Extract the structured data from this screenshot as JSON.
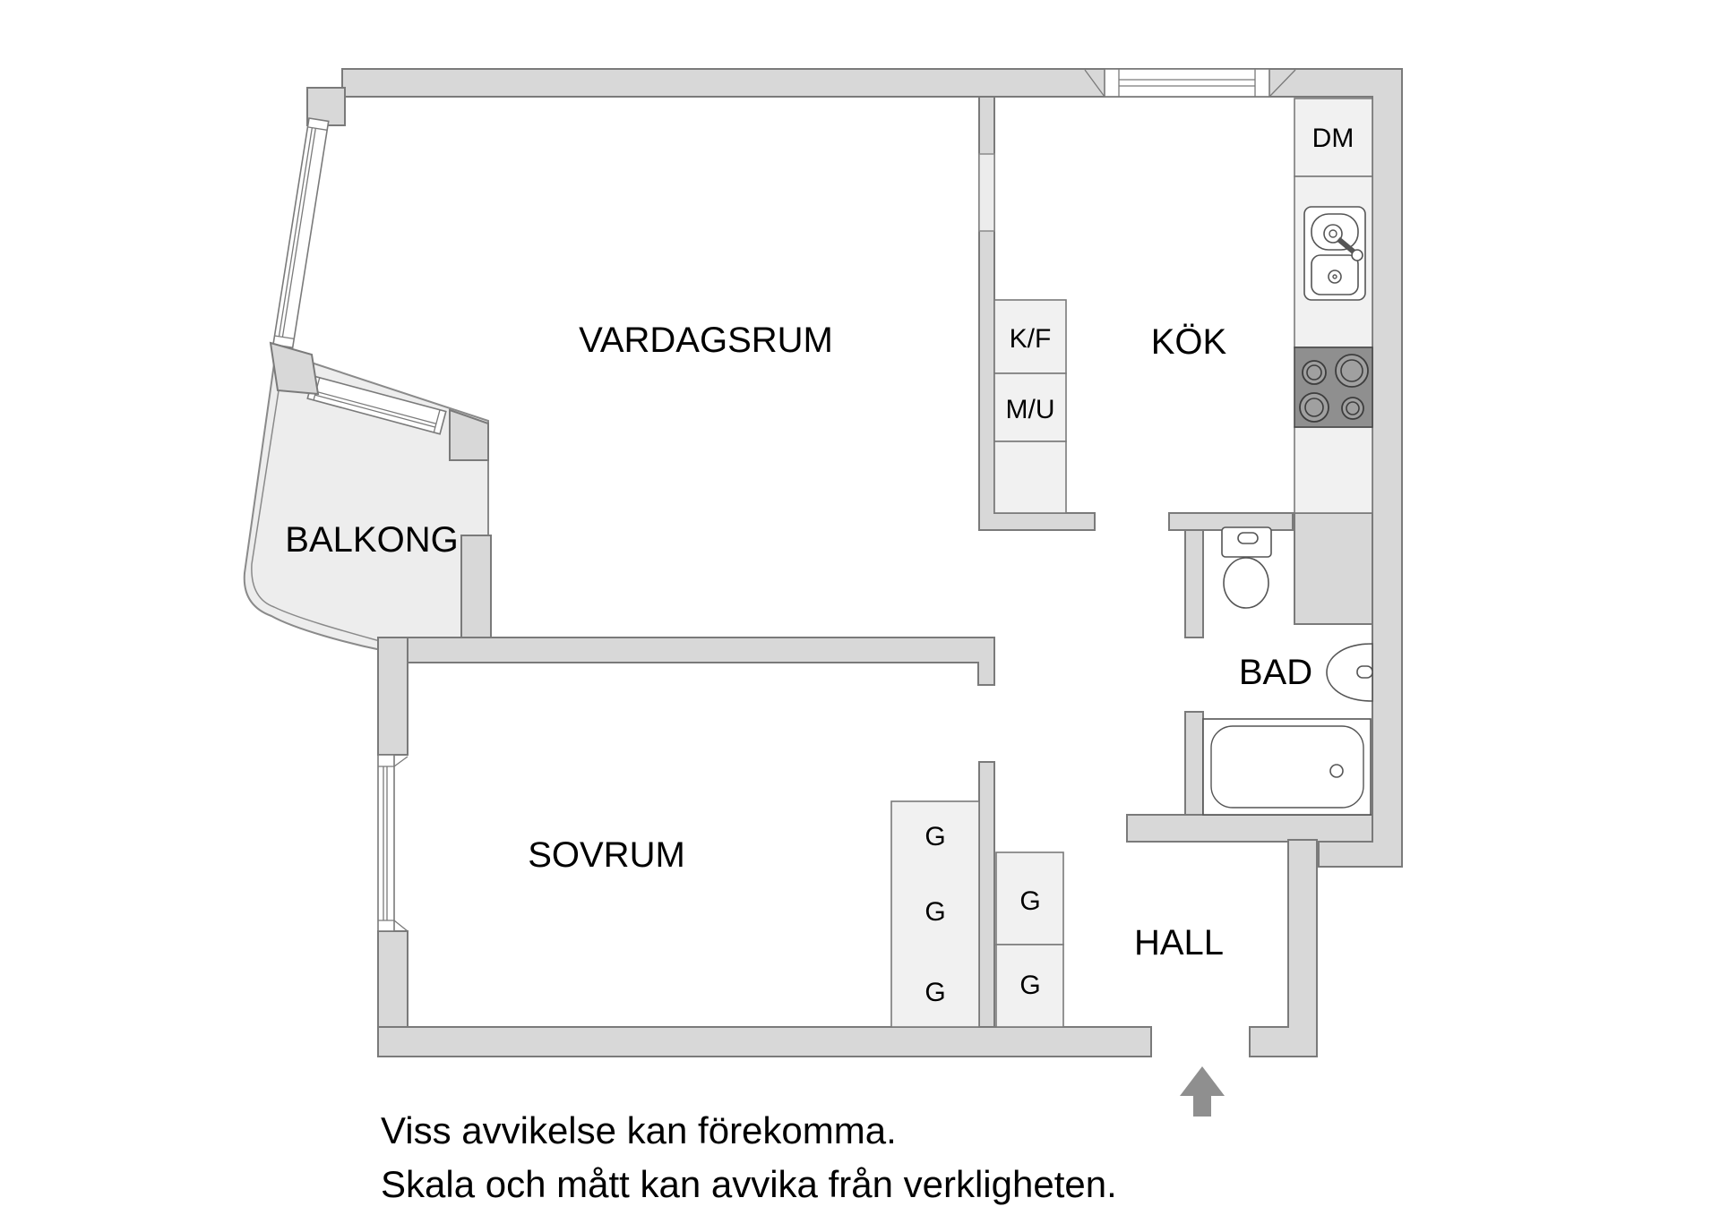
{
  "plan": {
    "rooms": {
      "living": "VARDAGSRUM",
      "kitchen": "KÖK",
      "balcony": "BALKONG",
      "bedroom": "SOVRUM",
      "bathroom": "BAD",
      "hall": "HALL"
    },
    "appliances": {
      "dishwasher": "DM",
      "fridge_freezer": "K/F",
      "micro_oven": "M/U"
    },
    "wardrobe_label": "G",
    "disclaimer": {
      "line1": "Viss avvikelse kan förekomma.",
      "line2": "Skala och mått kan avvika från verkligheten."
    },
    "colors": {
      "wall": "#d8d8d8",
      "wall_stroke": "#7a7a7a",
      "balcony_floor": "#ededed",
      "fixture_box": "#f1f1f1",
      "stove": "#8f8f8f",
      "entrance_arrow": "#8f8f8f",
      "text": "#000000"
    }
  }
}
